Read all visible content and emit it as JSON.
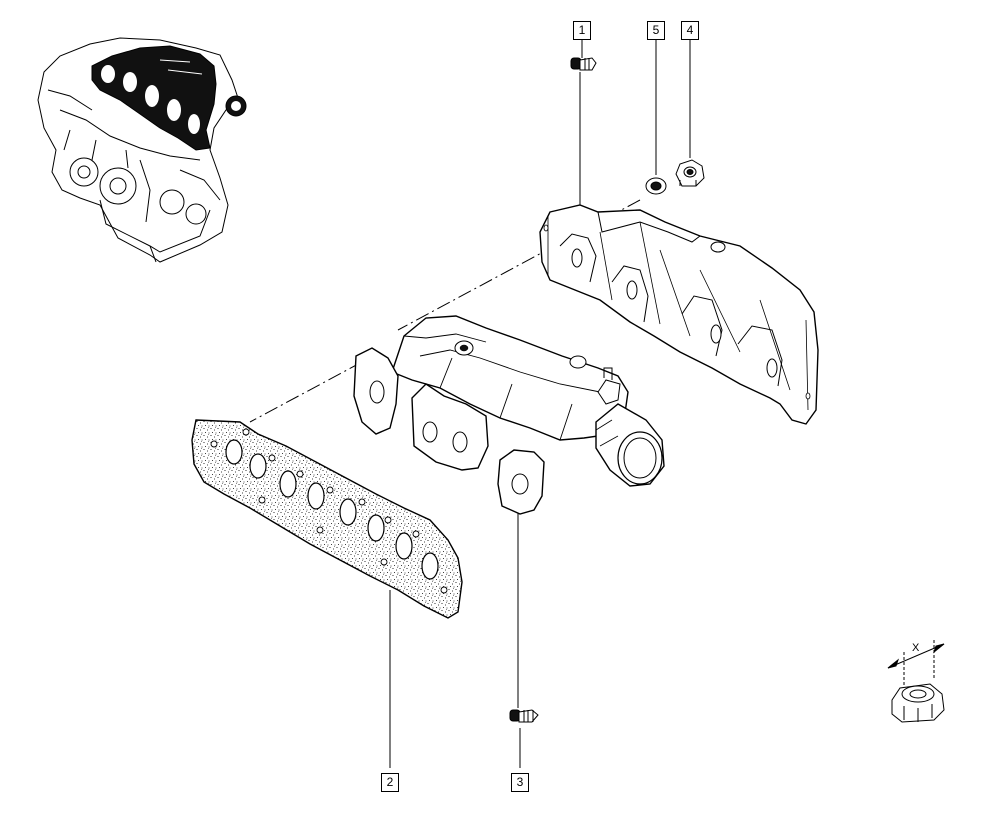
{
  "callouts": {
    "c1": "1",
    "c2": "2",
    "c3": "3",
    "c4": "4",
    "c5": "5"
  },
  "detail": {
    "x_label": "X"
  }
}
